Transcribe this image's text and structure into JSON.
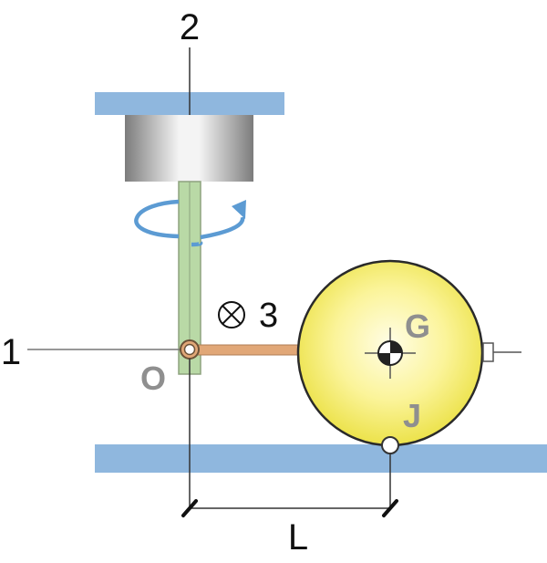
{
  "labels": {
    "top_number": "2",
    "left_number": "1",
    "axis_marker_number": "3",
    "pivot_point": "O",
    "center_of_mass": "G",
    "contact_point": "J",
    "distance": "L"
  },
  "colors": {
    "beam_fill": "#8fb7de",
    "motor_body_light": "#f4f4f4",
    "motor_body_dark": "#7c7c7c",
    "shaft_fill": "#b9d9a6",
    "shaft_stroke": "#8da27f",
    "rotation_arrow": "#5c9bd3",
    "arm_fill": "#e1a777",
    "arm_stroke": "#b07e55",
    "disk_center": "#fffde6",
    "disk_edge": "#ece24a",
    "disk_stroke": "#2a2a2a",
    "line": "#333333",
    "label_gray": "#8f8f8f"
  },
  "icons": {
    "rotation": "circular-arrow-icon",
    "axis_into_page": "circled-x-icon",
    "center_of_mass": "center-of-mass-icon"
  }
}
